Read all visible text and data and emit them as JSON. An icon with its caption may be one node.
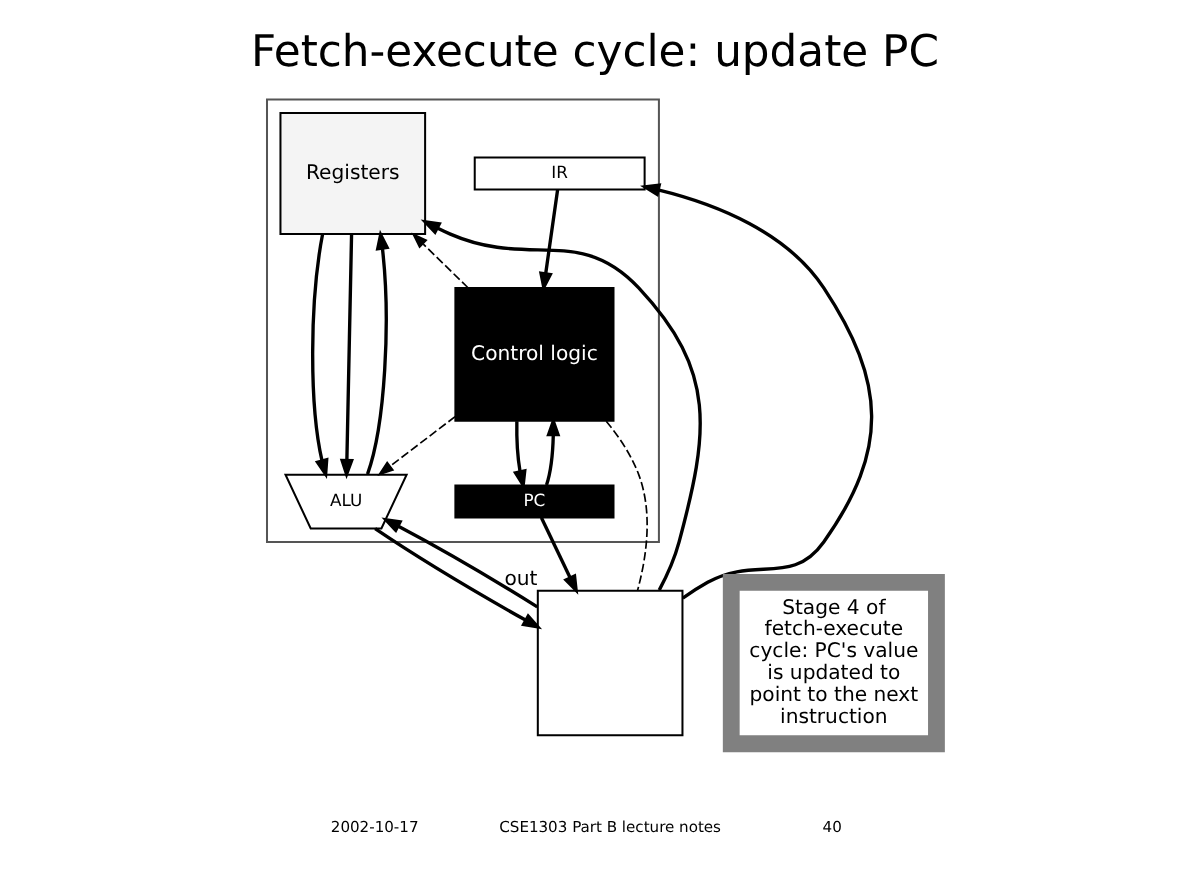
{
  "diagram": {
    "title": "Fetch-execute cycle: update PC",
    "nodes": [
      {
        "text": [],
        "shape": "box"
      },
      {
        "text": [
          "IR"
        ],
        "in": 0
      },
      {
        "text": [
          "Registers"
        ],
        "in": 0
      },
      {
        "text": [
          "Control logic"
        ],
        "in": 0
      },
      {
        "text": [
          "ALU"
        ],
        "in": 0
      },
      {
        "text": [
          "PC"
        ],
        "in": 0
      },
      {
        "text": [],
        "shape": "box",
        "beside": [
          "out"
        ]
      },
      {
        "text": [
          "Stage 4 of fetch-execute cycle: PC's value is updated to point to the next instruction"
        ]
      }
    ],
    "edges": [
      {
        "from": 6,
        "to": 1,
        "arrow": "to"
      },
      {
        "from": 6,
        "to": 2,
        "arrow": "to"
      },
      {
        "from": 1,
        "to": 3,
        "arrow": "to"
      },
      {
        "from": 3,
        "to": 2,
        "arrow": "to",
        "style": "dashed"
      },
      {
        "from": 3,
        "to": 4,
        "arrow": "to",
        "style": "dashed"
      },
      {
        "from": 2,
        "to": 4,
        "arrow": "to"
      },
      {
        "from": 2,
        "to": 4,
        "arrow": "to"
      },
      {
        "from": 6,
        "to": 4,
        "arrow": "to"
      },
      {
        "from": 3,
        "to": 5,
        "arrow": "to"
      },
      {
        "from": 5,
        "to": 3,
        "arrow": "to"
      },
      {
        "from": 4,
        "to": 2,
        "arrow": "to"
      },
      {
        "from": 4,
        "to": 6,
        "arrow": "to"
      },
      {
        "from": 5,
        "to": 6,
        "arrow": "to"
      },
      {
        "from": 3,
        "to": 6,
        "arrow": "none",
        "style": "dashed"
      }
    ],
    "labels": [
      "2002-10-17",
      "CSE1303 Part B lecture notes",
      "40"
    ]
  }
}
